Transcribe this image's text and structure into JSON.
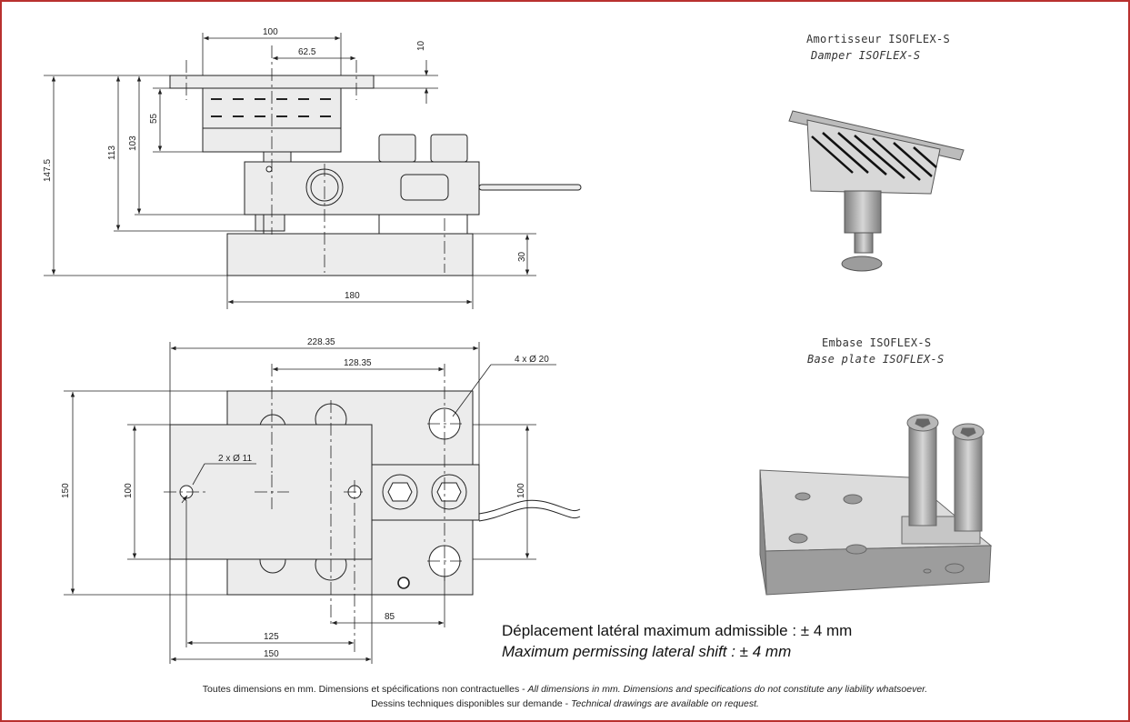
{
  "side_view": {
    "dims": {
      "d100": "100",
      "d62_5": "62.5",
      "d10": "10",
      "d55": "55",
      "d103": "103",
      "d113": "113",
      "d147_5": "147.5",
      "d30": "30",
      "d180": "180"
    }
  },
  "top_view": {
    "dims": {
      "d228_35": "228.35",
      "d128_35": "128.35",
      "holes_large": "4 x Ø 20",
      "holes_small": "2 x Ø 11",
      "d150_left": "150",
      "d100_left": "100",
      "d100_right": "100",
      "d85": "85",
      "d125": "125",
      "d150_bottom": "150"
    }
  },
  "damper": {
    "caption_fr": "Amortisseur ISOFLEX-S",
    "caption_en": "Damper ISOFLEX-S"
  },
  "base_plate": {
    "caption_fr": "Embase ISOFLEX-S",
    "caption_en": "Base plate ISOFLEX-S"
  },
  "lateral_shift": {
    "fr": "Déplacement latéral maximum admissible : ± 4 mm",
    "en": "Maximum permissing lateral shift : ± 4 mm"
  },
  "footer": {
    "line1_fr": "Toutes dimensions en mm. Dimensions et spécifications non contractuelles - ",
    "line1_en": "All dimensions in mm. Dimensions and specifications do not constitute any liability whatsoever.",
    "line2_fr": "Dessins techniques disponibles sur demande - ",
    "line2_en": "Technical drawings are available on request."
  },
  "colors": {
    "frame": "#b8312f",
    "part_fill": "#ececec",
    "line": "#222222"
  }
}
